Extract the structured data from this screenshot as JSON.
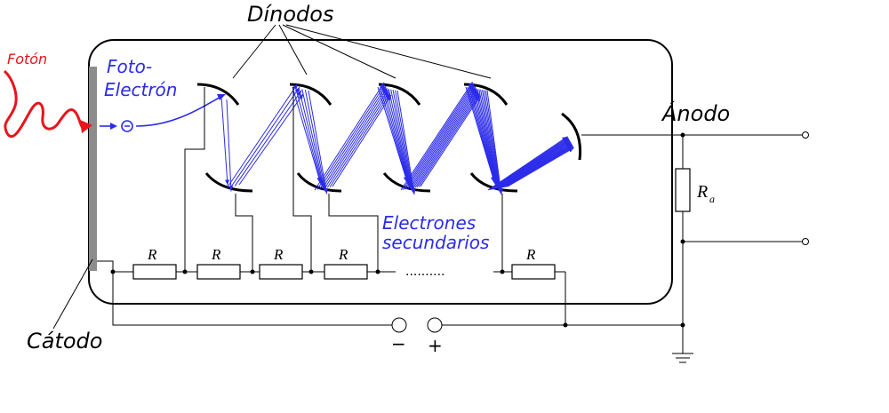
{
  "labels": {
    "photon": "Fotón",
    "photoelectron_line1": "Foto-",
    "photoelectron_line2": "Electrón",
    "dynodes": "Dínodos",
    "anode": "Ánodo",
    "cathode": "Cátodo",
    "secondary_line1": "Electrones",
    "secondary_line2": "secundarios",
    "resistor": "R",
    "anode_resistor_main": "R",
    "anode_resistor_sub": "a",
    "ellipsis": "..........",
    "minus": "−",
    "plus": "+"
  },
  "colors": {
    "photon": "#e8151b",
    "electron": "#2b2bea",
    "wire": "#000000",
    "cathode": "#8c8c8c"
  }
}
